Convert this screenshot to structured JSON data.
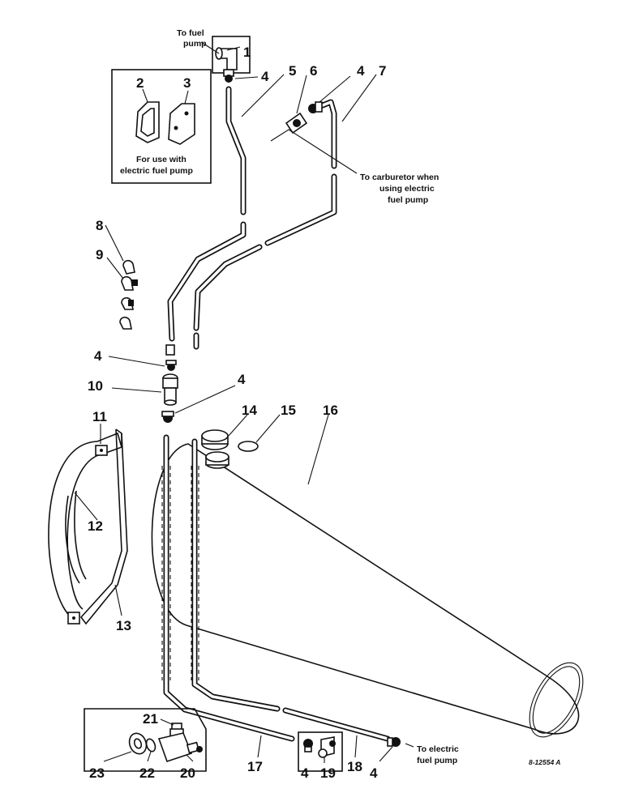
{
  "diagram": {
    "callouts": [
      {
        "id": "c1",
        "text": "1"
      },
      {
        "id": "c2",
        "text": "2"
      },
      {
        "id": "c3",
        "text": "3"
      },
      {
        "id": "c4a",
        "text": "4"
      },
      {
        "id": "c4b",
        "text": "4"
      },
      {
        "id": "c4c",
        "text": "4"
      },
      {
        "id": "c4d",
        "text": "4"
      },
      {
        "id": "c4e",
        "text": "4"
      },
      {
        "id": "c4f",
        "text": "4"
      },
      {
        "id": "c5",
        "text": "5"
      },
      {
        "id": "c6",
        "text": "6"
      },
      {
        "id": "c7",
        "text": "7"
      },
      {
        "id": "c8",
        "text": "8"
      },
      {
        "id": "c9",
        "text": "9"
      },
      {
        "id": "c10",
        "text": "10"
      },
      {
        "id": "c11",
        "text": "11"
      },
      {
        "id": "c12",
        "text": "12"
      },
      {
        "id": "c13",
        "text": "13"
      },
      {
        "id": "c14",
        "text": "14"
      },
      {
        "id": "c15",
        "text": "15"
      },
      {
        "id": "c16",
        "text": "16"
      },
      {
        "id": "c17",
        "text": "17"
      },
      {
        "id": "c18",
        "text": "18"
      },
      {
        "id": "c19",
        "text": "19"
      },
      {
        "id": "c20",
        "text": "20"
      },
      {
        "id": "c21",
        "text": "21"
      },
      {
        "id": "c22",
        "text": "22"
      },
      {
        "id": "c23",
        "text": "23"
      }
    ],
    "notes": {
      "to_fuel_pump": [
        "To fuel",
        "pump"
      ],
      "electric_box": [
        "For use with",
        "electric fuel pump"
      ],
      "to_carburetor": [
        "To carburetor when",
        "using electric",
        "fuel pump"
      ],
      "to_electric_pump": [
        "To electric",
        "fuel pump"
      ]
    },
    "drawing_code": "8-12554 A"
  }
}
